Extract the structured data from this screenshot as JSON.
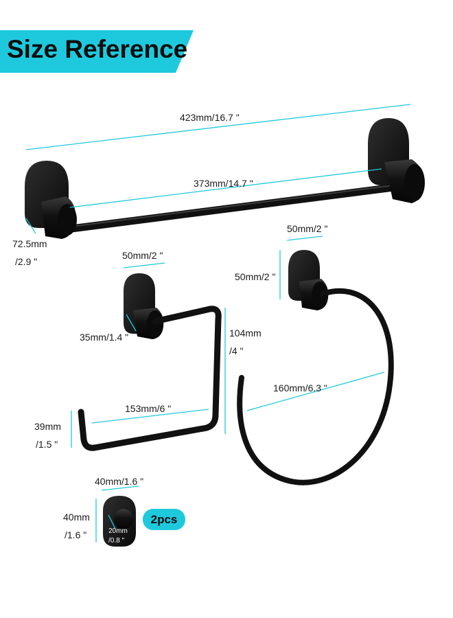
{
  "header": {
    "title": "Size Reference",
    "accent_color": "#1ec9dd"
  },
  "towel_bar": {
    "total_length": "423mm/16.7 \"",
    "bar_length": "373mm/14.7 \"",
    "projection_mm": "72.5mm",
    "projection_in": "/2.9 \""
  },
  "paper_holder": {
    "plate_width": "50mm/2 \"",
    "projection": "35mm/1.4 \"",
    "height_mm": "104mm",
    "height_in": "/4 \"",
    "arm_length": "153mm/6 \"",
    "end_height_mm": "39mm",
    "end_height_in": "/1.5 \""
  },
  "towel_ring": {
    "plate_width": "50mm/2 \"",
    "plate_height": "50mm/2 \"",
    "ring_diameter": "160mm/6.3 \""
  },
  "robe_hook": {
    "width": "40mm/1.6 \"",
    "height_mm": "40mm",
    "height_in": "/1.6 \"",
    "hook_size_mm": "20mm",
    "hook_size_in": "/0.8 \"",
    "quantity_badge": "2pcs"
  },
  "colors": {
    "product": "#141414",
    "dimension_line": "#1ec9dd"
  }
}
